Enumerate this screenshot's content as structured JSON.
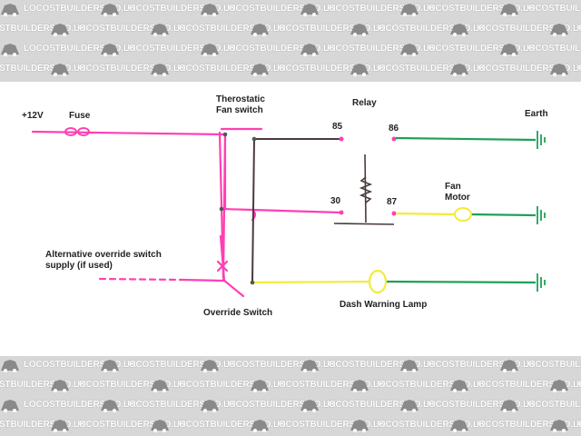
{
  "watermark": {
    "text": "LOCOSTBUILDERS.CO.UK"
  },
  "diagram": {
    "labels": {
      "supply": "+12V",
      "fuse": "Fuse",
      "fan_switch": "Therostatic\nFan switch",
      "relay": "Relay",
      "earth": "Earth",
      "pin_85": "85",
      "pin_86": "86",
      "pin_30": "30",
      "pin_87": "87",
      "fan_motor": "Fan\nMotor",
      "alt_supply": "Alternative override switch\nsupply (if used)",
      "override_switch": "Override Switch",
      "dash_lamp": "Dash Warning Lamp"
    },
    "colors": {
      "feed": "#ff3fb4",
      "relay_coil": "#4a3a3a",
      "earth": "#1fa05a",
      "lamp": "#f2ec3a",
      "watermark_band": "#d7d7d7"
    }
  }
}
